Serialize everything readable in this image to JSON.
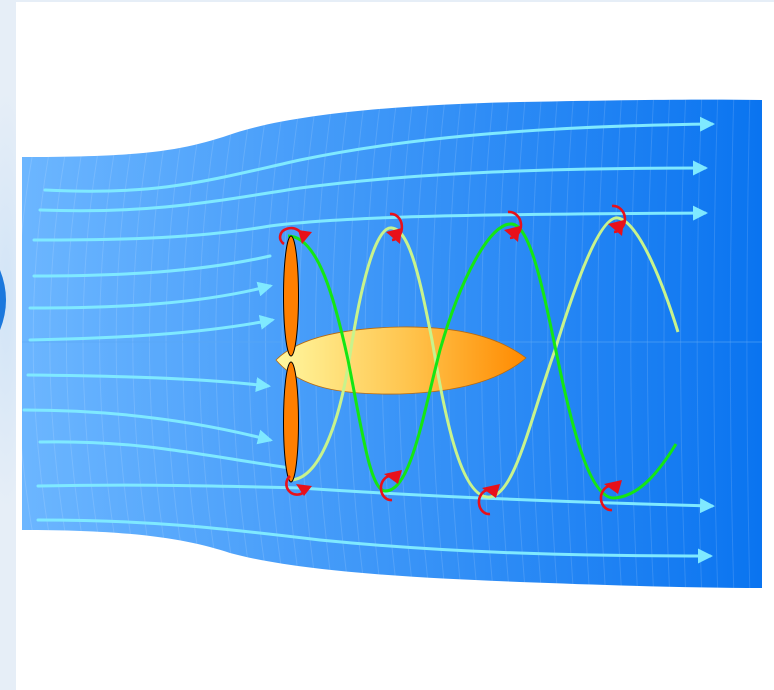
{
  "diagram": {
    "type": "propeller-slipstream",
    "labels": [],
    "blade_count": 2,
    "vortex_markers": 8,
    "streamlines_count": 12,
    "colors": {
      "panel_background": "#ffffff",
      "page_background": "#e6eef7",
      "flow_light": "#6cb6ff",
      "flow_dark": "#0a74f0",
      "streamline": "#7fe9ff",
      "helix_green": "#14e614",
      "helix_light_green": "#c8f38c",
      "blade": "#ff7f00",
      "hub_light": "#fff8a0",
      "hub_dark": "#ff8a00",
      "vortex_arrow": "#e8101a"
    }
  }
}
